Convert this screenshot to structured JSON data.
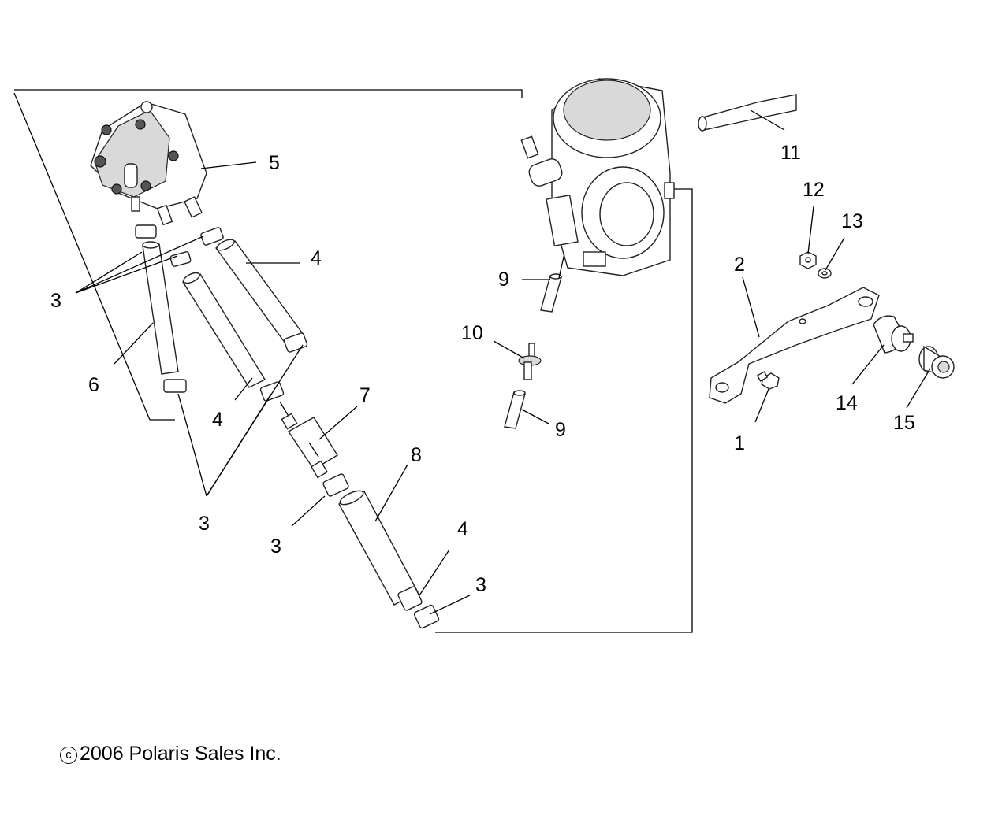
{
  "callouts": [
    {
      "id": "c5",
      "text": "5"
    },
    {
      "id": "c4a",
      "text": "4"
    },
    {
      "id": "c3a",
      "text": "3"
    },
    {
      "id": "c6",
      "text": "6"
    },
    {
      "id": "c4b",
      "text": "4"
    },
    {
      "id": "c7",
      "text": "7"
    },
    {
      "id": "c3b",
      "text": "3"
    },
    {
      "id": "c8",
      "text": "8"
    },
    {
      "id": "c3c",
      "text": "3"
    },
    {
      "id": "c4c",
      "text": "4"
    },
    {
      "id": "c3d",
      "text": "3"
    },
    {
      "id": "c9a",
      "text": "9"
    },
    {
      "id": "c10",
      "text": "10"
    },
    {
      "id": "c9b",
      "text": "9"
    },
    {
      "id": "c11",
      "text": "11"
    },
    {
      "id": "c12",
      "text": "12"
    },
    {
      "id": "c13",
      "text": "13"
    },
    {
      "id": "c2",
      "text": "2"
    },
    {
      "id": "c14",
      "text": "14"
    },
    {
      "id": "c15",
      "text": "15"
    },
    {
      "id": "c1",
      "text": "1"
    }
  ],
  "footer": {
    "copyright_symbol": "c",
    "copyright_text": "2006 Polaris Sales Inc."
  }
}
